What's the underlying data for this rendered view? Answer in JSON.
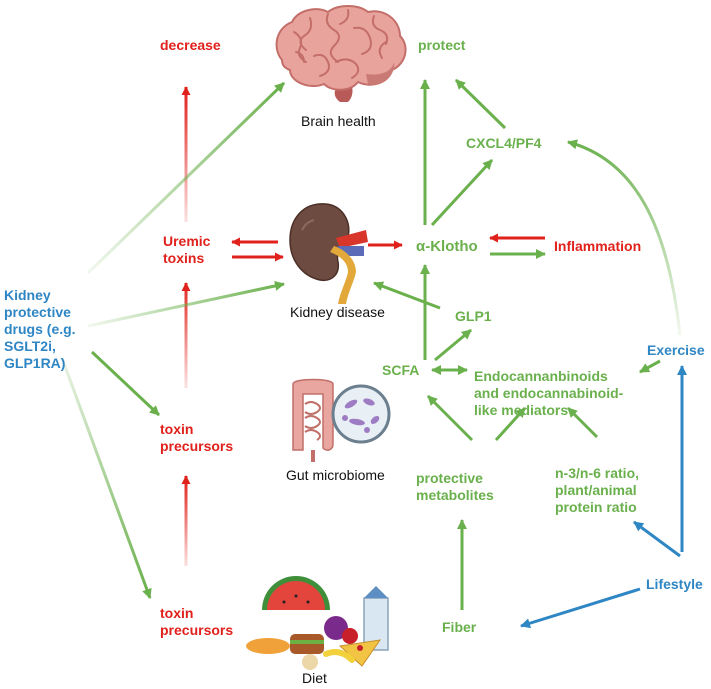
{
  "colors": {
    "red": "#e0211c",
    "green": "#6ab04c",
    "blue": "#2f86c4",
    "text": "#111111"
  },
  "labels": {
    "decrease": "decrease",
    "protect": "protect",
    "brain_health": "Brain health",
    "cxcl4": "CXCL4/PF4",
    "uremic_toxins_1": "Uremic",
    "uremic_toxins_2": "toxins",
    "klotho": "α-Klotho",
    "inflammation": "Inflammation",
    "kidney_disease": "Kidney disease",
    "glp1": "GLP1",
    "drugs": [
      "Kidney",
      "protective",
      "drugs (e.g.",
      "SGLT2i,",
      "GLP1RA)"
    ],
    "exercise": "Exercise",
    "scfa": "SCFA",
    "endocannabinoids": [
      "Endocannanbinoids",
      "and endocannabinoid-",
      "like mediators"
    ],
    "toxin_precursors_1": [
      "toxin",
      "precursors"
    ],
    "gut_microbiome": "Gut microbiome",
    "protective_metabolites": [
      "protective",
      "metabolites"
    ],
    "ratios": [
      "n-3/n-6 ratio,",
      "plant/animal",
      "protein ratio"
    ],
    "lifestyle": "Lifestyle",
    "toxin_precursors_2": [
      "toxin",
      "precursors"
    ],
    "fiber": "Fiber",
    "diet": "Diet"
  },
  "icons": [
    "brain-icon",
    "kidney-icon",
    "gut-microbiome-icon",
    "diet-food-icon"
  ]
}
